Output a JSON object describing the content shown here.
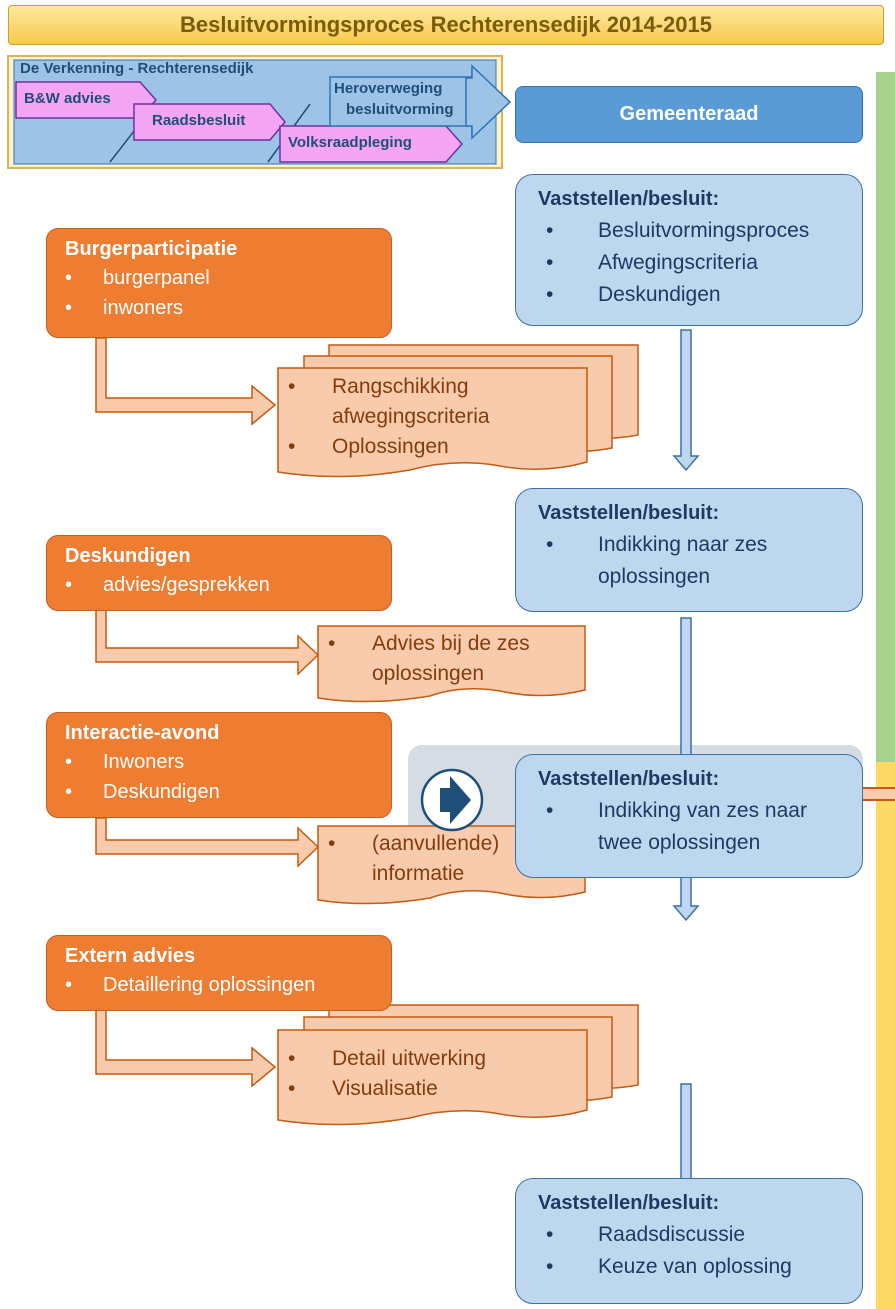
{
  "title": "Besluitvormingsproces Rechterensedijk 2014-2015",
  "mini_panel": {
    "heading": "De Verkenning - Rechterensedijk",
    "step1": "B&W advies",
    "step2": "Raadsbesluit",
    "step3": "Volksraadpleging",
    "heroverweging_line1": "Heroverweging",
    "heroverweging_line2": "besluitvorming"
  },
  "gemeenteraad": "Gemeenteraad",
  "decisions": [
    {
      "header": "Vaststellen/besluit:",
      "items": [
        "Besluitvormingsproces",
        "Afwegingscriteria",
        "Deskundigen"
      ]
    },
    {
      "header": "Vaststellen/besluit:",
      "items": [
        "Indikking naar zes oplossingen"
      ]
    },
    {
      "header": "Vaststellen/besluit:",
      "items": [
        "Indikking van zes naar twee oplossingen"
      ]
    },
    {
      "header": "Vaststellen/besluit:",
      "items": [
        "Raadsdiscussie",
        "Keuze van oplossing"
      ]
    }
  ],
  "inputs": [
    {
      "header": "Burgerparticipatie",
      "items": [
        "burgerpanel",
        "inwoners"
      ],
      "output": [
        "Rangschikking afwegingscriteria",
        "Oplossingen"
      ]
    },
    {
      "header": "Deskundigen",
      "items": [
        "advies/gesprekken"
      ],
      "output": [
        "Advies bij de zes oplossingen"
      ]
    },
    {
      "header": "Interactie-avond",
      "items": [
        "Inwoners",
        "Deskundigen"
      ],
      "output": [
        "(aanvullende) informatie"
      ]
    },
    {
      "header": "Extern advies",
      "items": [
        "Detaillering oplossingen"
      ],
      "output": [
        "Detail uitwerking",
        "Visualisatie"
      ]
    }
  ],
  "colors": {
    "orange": "#ee7d31",
    "blue_box": "#bdd7ee",
    "gemeenteraad": "#5b9bd5",
    "doc": "#f8cbad",
    "title": "#f7c94a",
    "magenta": "#f4a6f4",
    "side_green": "#a9d18e",
    "side_yellow": "#ffd966"
  },
  "icons": {
    "current_step": "arrow-right-circle-icon"
  }
}
